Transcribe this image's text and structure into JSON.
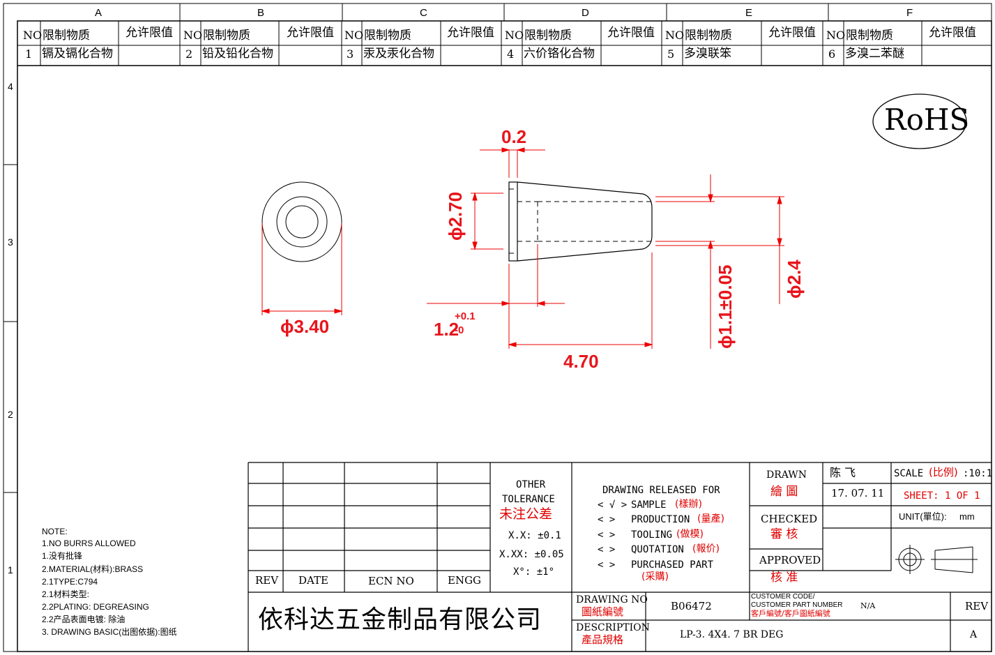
{
  "zones": {
    "columns": [
      "A",
      "B",
      "C",
      "D",
      "E",
      "F"
    ],
    "rows": [
      "4",
      "3",
      "2",
      "1"
    ]
  },
  "substances": {
    "header_no": "NO",
    "header_name": "限制物质",
    "header_limit": "允许限值",
    "items": [
      {
        "no": "1",
        "name": "镉及镉化合物"
      },
      {
        "no": "2",
        "name": "铅及铅化合物"
      },
      {
        "no": "3",
        "name": "汞及汞化合物"
      },
      {
        "no": "4",
        "name": "六价铬化合物"
      },
      {
        "no": "5",
        "name": "多溴联笨"
      },
      {
        "no": "6",
        "name": "多溴二苯醚"
      }
    ]
  },
  "rohs": "RoHS",
  "dimensions": {
    "flange_thickness": "0.2",
    "bore_dia": "ϕ2.70",
    "outer_dia": "ϕ3.40",
    "bore_depth_base": "1.2",
    "bore_depth_plus": "+0.1",
    "bore_depth_minus": "-0",
    "length": "4.70",
    "tip_hole_dia": "ϕ1.1±0.05",
    "tip_dia": "ϕ2.4"
  },
  "notes": [
    "NOTE:",
    "1.NO BURRS ALLOWED",
    "1.没有批锋",
    "2.MATERIAL(材料):BRASS",
    "2.1TYPE:C794",
    "2.1材料类型:",
    "2.2PLATING: DEGREASING",
    "2.2产品表面电镀: 除油",
    "3. DRAWING BASIC(出图依据):图纸"
  ],
  "title_block": {
    "rev_header": "REV",
    "date_header": "DATE",
    "ecn_header": "ECN NO",
    "engg_header": "ENGG",
    "other": "OTHER",
    "tolerance": "TOLERANCE",
    "tolerance_cn": "未注公差",
    "tol_xx": "X.X: ±0.1",
    "tol_xxx": "X.XX: ±0.05",
    "tol_deg": "X°: ±1°",
    "released_for": "DRAWING RELEASED FOR",
    "release_options": [
      {
        "mark": "< √ >",
        "en": "SAMPLE",
        "cn": "(樣辦)"
      },
      {
        "mark": "<    >",
        "en": "PRODUCTION",
        "cn": "(量產)"
      },
      {
        "mark": "<    >",
        "en": "TOOLING",
        "cn": "(做模)"
      },
      {
        "mark": "<    >",
        "en": "QUOTATION",
        "cn": "(報价)"
      },
      {
        "mark": "<    >",
        "en": "PURCHASED PART",
        "cn": "(采購)"
      }
    ],
    "drawn_label": "DRAWN",
    "drawn_cn": "繪 圖",
    "drawn_by": "陈 飞",
    "drawn_date": "17. 07. 11",
    "checked_label": "CHECKED",
    "checked_cn": "審 核",
    "approved_label": "APPROVED",
    "approved_cn": "核 准",
    "scale_label": "SCALE",
    "scale_cn": "(比例)",
    "scale_value": ":10:1",
    "sheet": "SHEET:  1 OF 1",
    "unit_label": "UNIT(單位):",
    "unit_value": "mm",
    "company": "依科达五金制品有限公司",
    "drawing_no_label": "DRAWING NO",
    "drawing_no_cn": "圖紙編號",
    "drawing_no": "B06472",
    "customer_code_label": "CUSTOMER CODE/",
    "customer_part_label": "CUSTOMER PART NUMBER",
    "customer_cn": "客戶編號/客戶圖紙編號",
    "customer_value": "N/A",
    "rev_label": "REV",
    "rev_value": "A",
    "description_label": "DESCRIPTION",
    "description_cn": "產品規格",
    "description": "LP-3. 4X4. 7 BR DEG"
  }
}
